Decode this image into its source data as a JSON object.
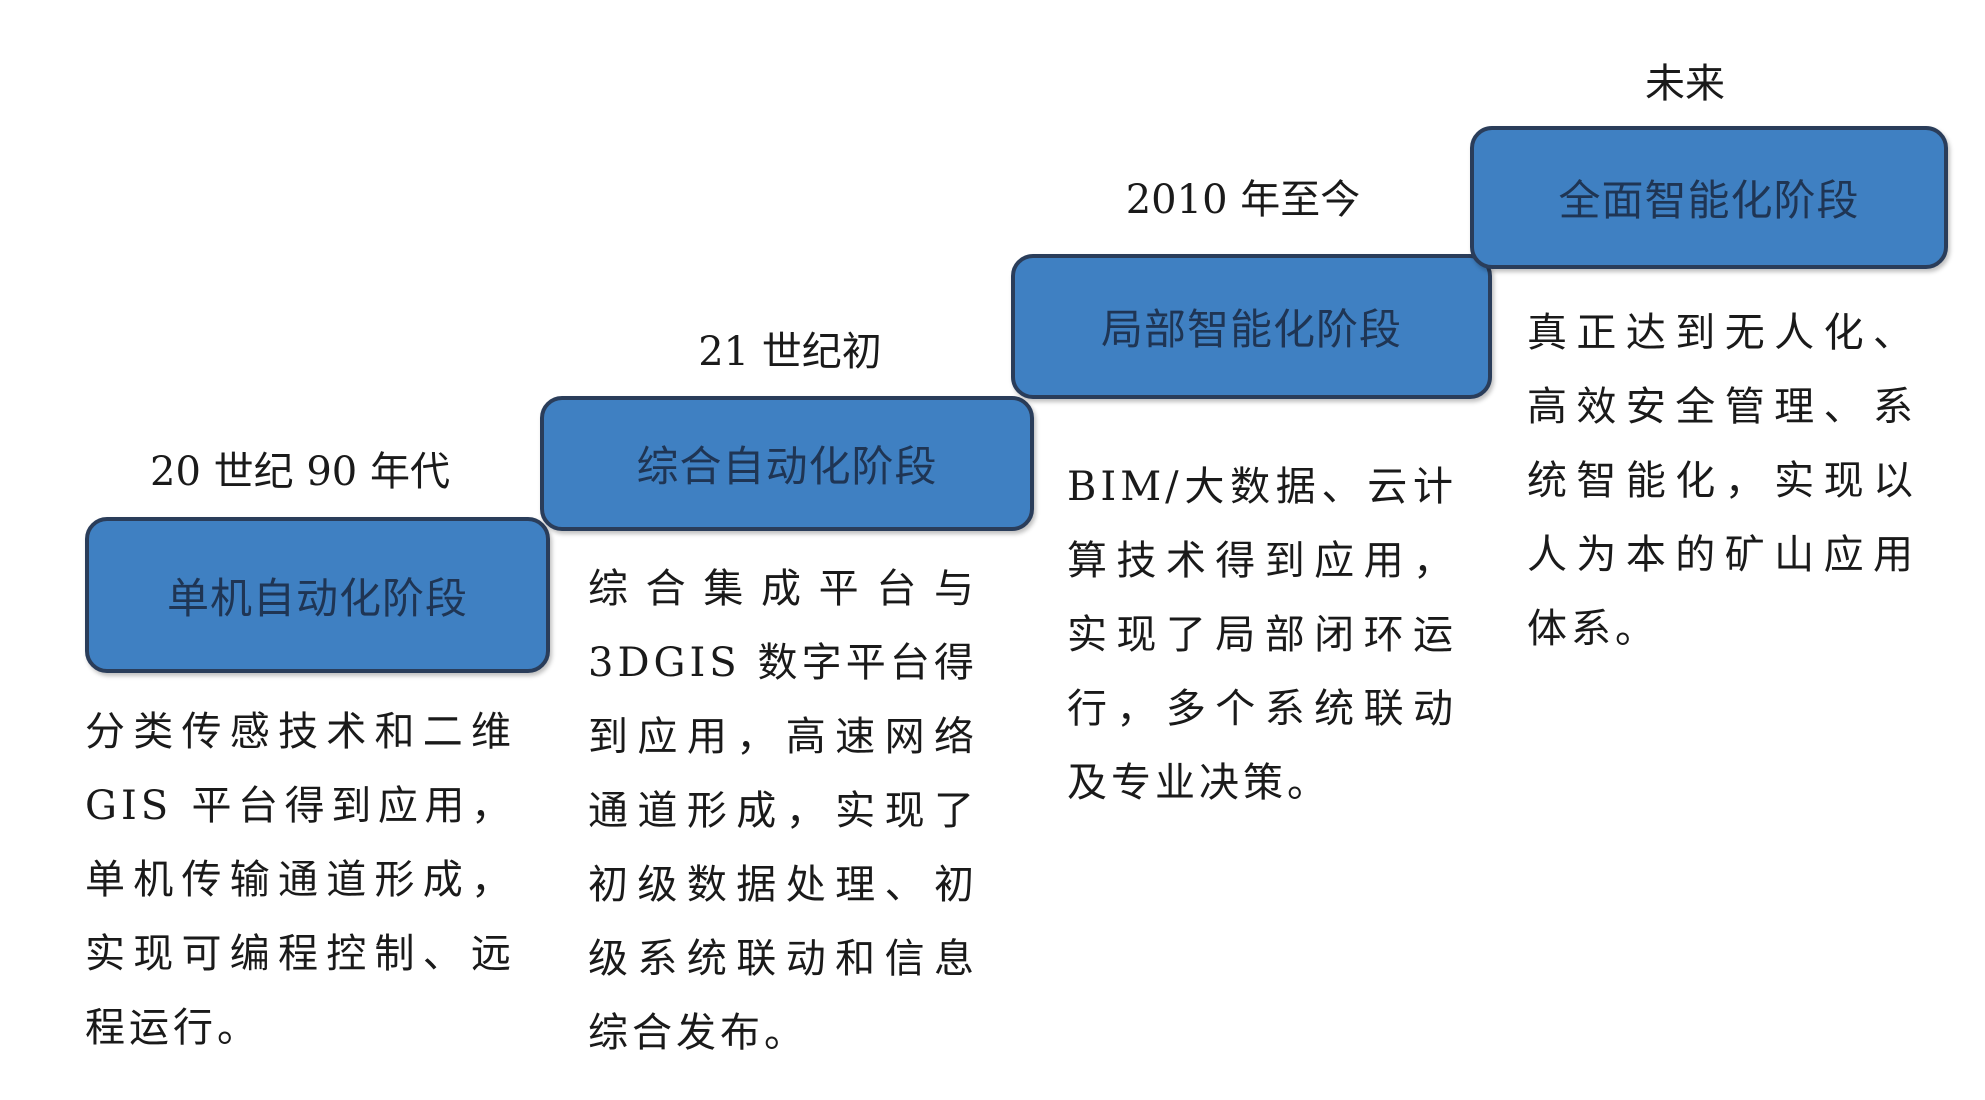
{
  "stages": [
    {
      "era": "20 世纪 90 年代",
      "name": "单机自动化阶段",
      "description": "分类传感技术和二维GIS 平台得到应用，单机传输通道形成，实现可编程控制、远程运行。"
    },
    {
      "era": "21 世纪初",
      "name": "综合自动化阶段",
      "description": "综合集成平台与3DGIS 数字平台得到应用，高速网络通道形成，实现了初级数据处理、初级系统联动和信息综合发布。"
    },
    {
      "era": "2010 年至今",
      "name": "局部智能化阶段",
      "description": "BIM/大数据、云计算技术得到应用，实现了局部闭环运行，多个系统联动及专业决策。"
    },
    {
      "era": "未来",
      "name": "全面智能化阶段",
      "description": "真正达到无人化、高效安全管理、系统智能化，实现以人为本的矿山应用体系。"
    }
  ],
  "colors": {
    "box_fill": "#3f80c2",
    "box_border": "#2a3d5a",
    "box_text": "#1f3554",
    "text": "#1a1a1a",
    "background": "#ffffff"
  }
}
